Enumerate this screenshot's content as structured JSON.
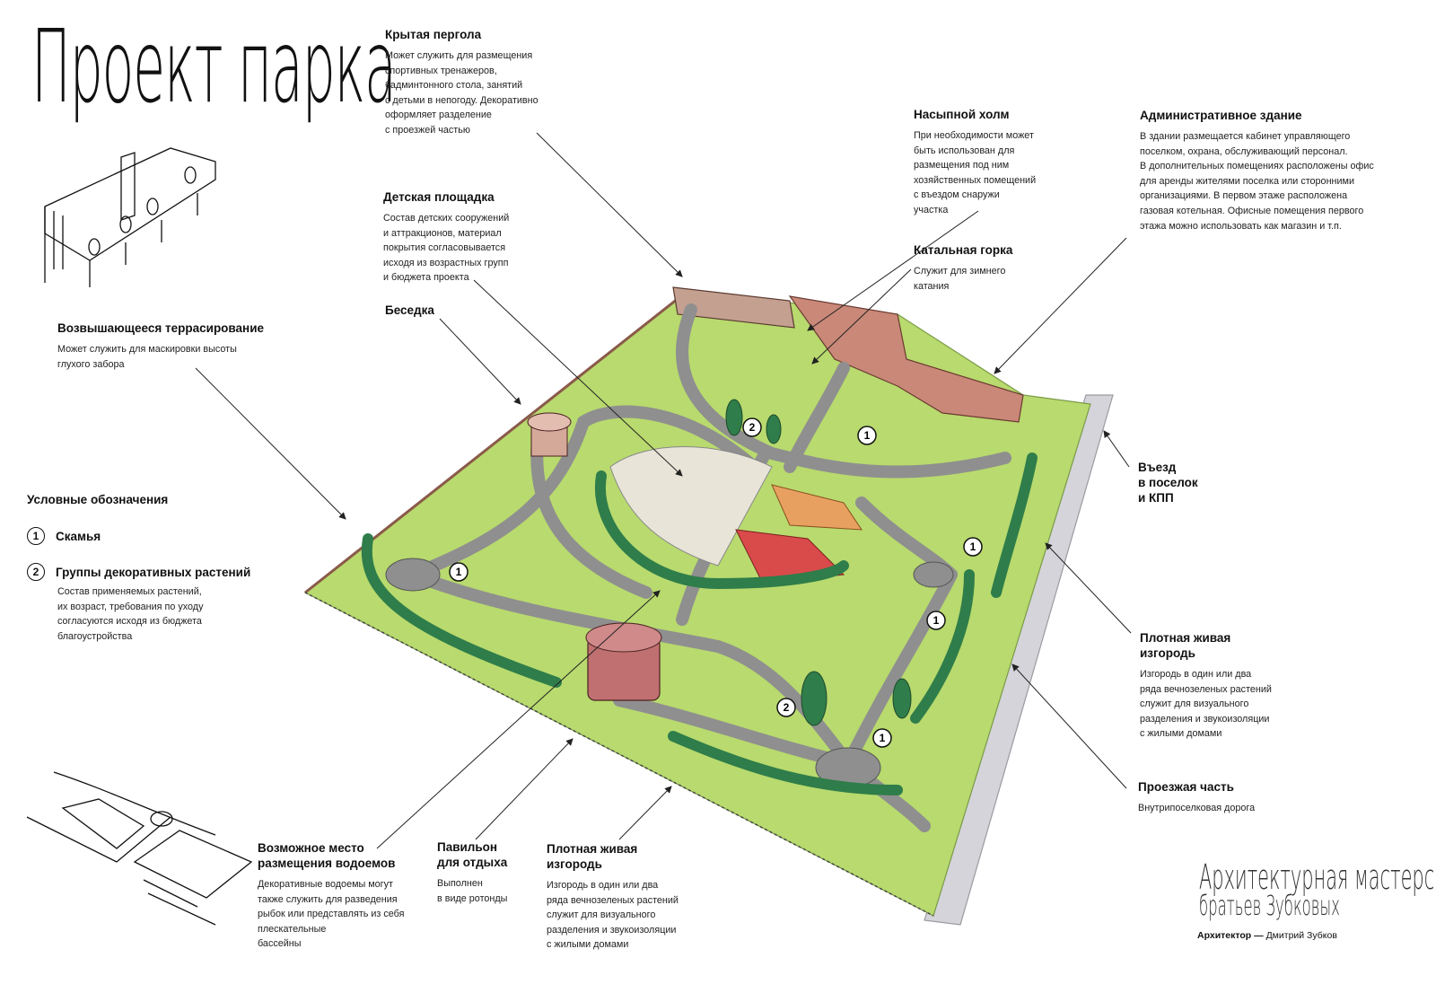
{
  "title": "Проект парка",
  "legend": {
    "title": "Условные обозначения",
    "items": [
      {
        "num": "1",
        "label": "Скамья"
      },
      {
        "num": "2",
        "label": "Группы декоративных растений"
      }
    ],
    "plants_desc": [
      "Состав применяемых растений,",
      "их возраст, требования по уходу",
      "согласуются исходя из бюджета",
      "благоустройства"
    ]
  },
  "annotations": {
    "pergola": {
      "label": "Крытая пергола",
      "desc": [
        "Может служить для размещения",
        "спортивных тренажеров,",
        "бадминтонного стола, занятий",
        "с детьми в непогоду. Декоративно",
        "оформляет разделение",
        "с проезжей частью"
      ]
    },
    "hill": {
      "label": "Насыпной холм",
      "desc": [
        "При необходимости может",
        "быть использован для",
        "размещения под ним",
        "хозяйственных помещений",
        "с въездом снаружи",
        "участка"
      ]
    },
    "admin": {
      "label": "Административное здание",
      "desc": [
        "В здании размещается кабинет управляющего",
        "поселком, охрана, обслуживающий персонал.",
        "В дополнительных помещениях расположены офис",
        "для аренды жителями поселка или сторонними",
        "организациями. В первом этаже расположена",
        "газовая котельная. Офисные помещения первого",
        "этажа можно использовать как магазин и т.п."
      ]
    },
    "playground": {
      "label": "Детская площадка",
      "desc": [
        "Состав детских сооружений",
        "и аттракционов, материал",
        "покрытия согласовывается",
        "исходя из возрастных групп",
        "и бюджета проекта"
      ]
    },
    "slide": {
      "label": "Катальная горка",
      "desc": [
        "Служит для зимнего",
        "катания"
      ]
    },
    "gazebo": {
      "label": "Беседка"
    },
    "terracing": {
      "label": "Возвышающееся террасирование",
      "desc": [
        "Может служить для маскировки высоты",
        "глухого забора"
      ]
    },
    "entrance": {
      "label": [
        "Въезд",
        "в поселок",
        "и КПП"
      ]
    },
    "hedge_right": {
      "label": [
        "Плотная живая",
        "изгородь"
      ],
      "desc": [
        "Изгородь в один или два",
        "ряда вечнозеленых растений",
        "служит для визуального",
        "разделения и звукоизоляции",
        "с жилыми домами"
      ]
    },
    "road": {
      "label": "Проезжая часть",
      "desc": [
        "Внутрипоселковая дорога"
      ]
    },
    "ponds": {
      "label": [
        "Возможное место",
        "размещения водоемов"
      ],
      "desc": [
        "Декоративные водоемы могут",
        "также служить для разведения",
        "рыбок или представлять из себя",
        "плескательные",
        "бассейны"
      ]
    },
    "pavilion": {
      "label": [
        "Павильон",
        "для отдыха"
      ],
      "desc": [
        "Выполнен",
        "в виде ротонды"
      ]
    },
    "hedge_bottom": {
      "label": [
        "Плотная живая",
        "изгородь"
      ],
      "desc": [
        "Изгородь в один или два",
        "ряда вечнозеленых растений",
        "служит для визуального",
        "разделения и звукоизоляции",
        "с жилыми домами"
      ]
    }
  },
  "map_markers": [
    "1",
    "1",
    "1",
    "1",
    "1",
    "2",
    "2"
  ],
  "studio": {
    "line1": "Архитектурная мастерск",
    "line2": "братьев Зубковых"
  },
  "architect": {
    "role": "Архитектор —",
    "name": "Дмитрий Зубков"
  },
  "colors": {
    "grass": "#b5d86a",
    "path": "#8f8f8f",
    "hedge": "#2f7d4a",
    "brick": "#b07060",
    "flowers": "#d94a4a",
    "orange": "#e8a060",
    "road": "#cfcfd4"
  }
}
